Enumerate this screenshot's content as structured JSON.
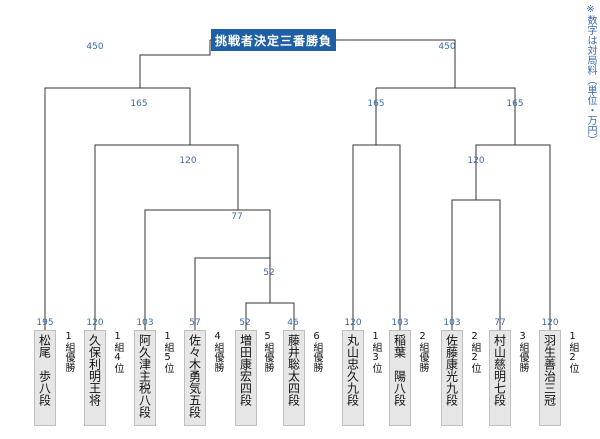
{
  "title": "挑戦者決定三番勝負",
  "note": "※数字は対局料（単位・万円）",
  "fee_labels": {
    "final_left": "450",
    "final_right": "450",
    "r4_left": "165",
    "r4_right_a": "165",
    "r4_right_b": "165",
    "r3_left": "120",
    "r3_right": "120",
    "r2_left": "77",
    "r1_left": "52"
  },
  "players": [
    {
      "name": "松尾　歩八段",
      "fee": "195",
      "qual": "1組優勝"
    },
    {
      "name": "久保利明王将",
      "fee": "120",
      "qual": "1組4位"
    },
    {
      "name": "阿久津主税八段",
      "fee": "103",
      "qual": "1組5位"
    },
    {
      "name": "佐々木勇気五段",
      "fee": "57",
      "qual": "4組優勝"
    },
    {
      "name": "増田康宏四段",
      "fee": "52",
      "qual": "5組優勝"
    },
    {
      "name": "藤井聡太四段",
      "fee": "46",
      "qual": "6組優勝"
    },
    {
      "name": "丸山忠久九段",
      "fee": "120",
      "qual": "1組3位"
    },
    {
      "name": "稲葉　陽八段",
      "fee": "103",
      "qual": "2組優勝"
    },
    {
      "name": "佐藤康光九段",
      "fee": "103",
      "qual": "2組2位"
    },
    {
      "name": "村山慈明七段",
      "fee": "77",
      "qual": "3組優勝"
    },
    {
      "name": "羽生善治三冠",
      "fee": "120",
      "qual": "1組2位"
    }
  ],
  "colors": {
    "line": "#333333",
    "title_bg": "#1f5fa6",
    "label": "#3b6aa8",
    "box_bg": "#e6e6e6"
  }
}
